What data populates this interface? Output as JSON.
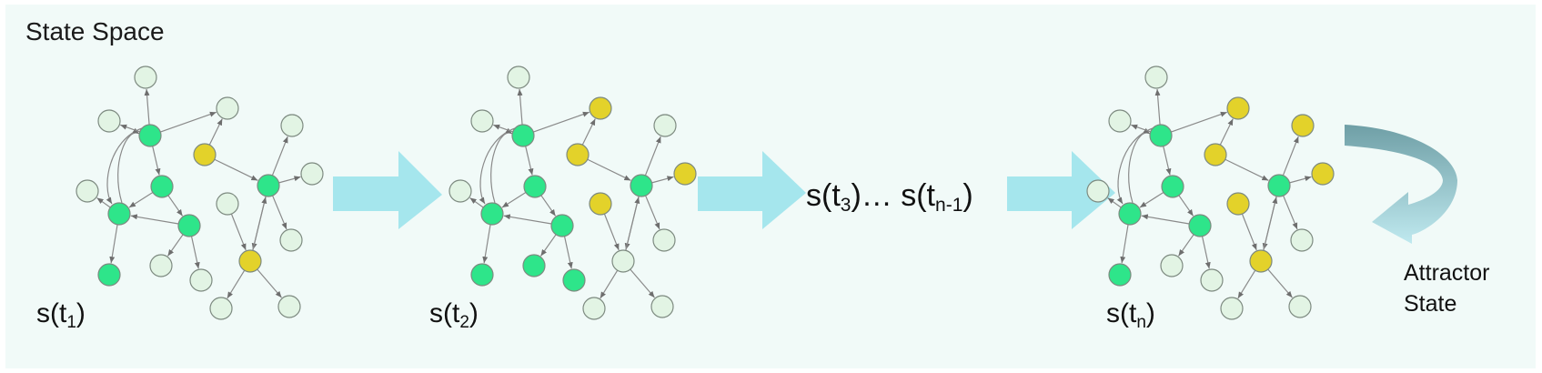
{
  "title": "State Space",
  "state_labels": {
    "t1": {
      "prefix": "s(t",
      "sub": "1",
      "suffix": ")"
    },
    "t2": {
      "prefix": "s(t",
      "sub": "2",
      "suffix": ")"
    },
    "tn": {
      "prefix": "s(t",
      "sub": "n",
      "suffix": ")"
    }
  },
  "middle_label": {
    "part1": "s(t",
    "sub1": "3",
    "part2": ")… s(t",
    "sub2": "n-1",
    "part3": ")"
  },
  "attractor": {
    "line1": "Attractor",
    "line2": "State"
  },
  "colors": {
    "active": "#2ee58a",
    "alt": "#e3d22a",
    "inactive": "#e2f4e4",
    "edge": "#8a8a8a",
    "arrow": "#a5e6ed",
    "loop_dark": "#6f9fa6",
    "loop_light": "#bfe9ef",
    "panel": "#f1faf8"
  },
  "networks": [
    {
      "name": "network-t1",
      "active": [
        3,
        4,
        7,
        8,
        9,
        13
      ],
      "alt": [
        5,
        12
      ],
      "highlight": []
    },
    {
      "name": "network-t2",
      "active": [
        3,
        4,
        7,
        8,
        9,
        13
      ],
      "alt": [
        2,
        5,
        10,
        11
      ],
      "highlight": [
        14,
        15
      ]
    },
    {
      "name": "network-tn",
      "active": [
        3,
        4,
        7,
        8,
        9,
        13
      ],
      "alt": [
        2,
        5,
        10,
        11,
        12,
        16
      ],
      "highlight": []
    }
  ]
}
